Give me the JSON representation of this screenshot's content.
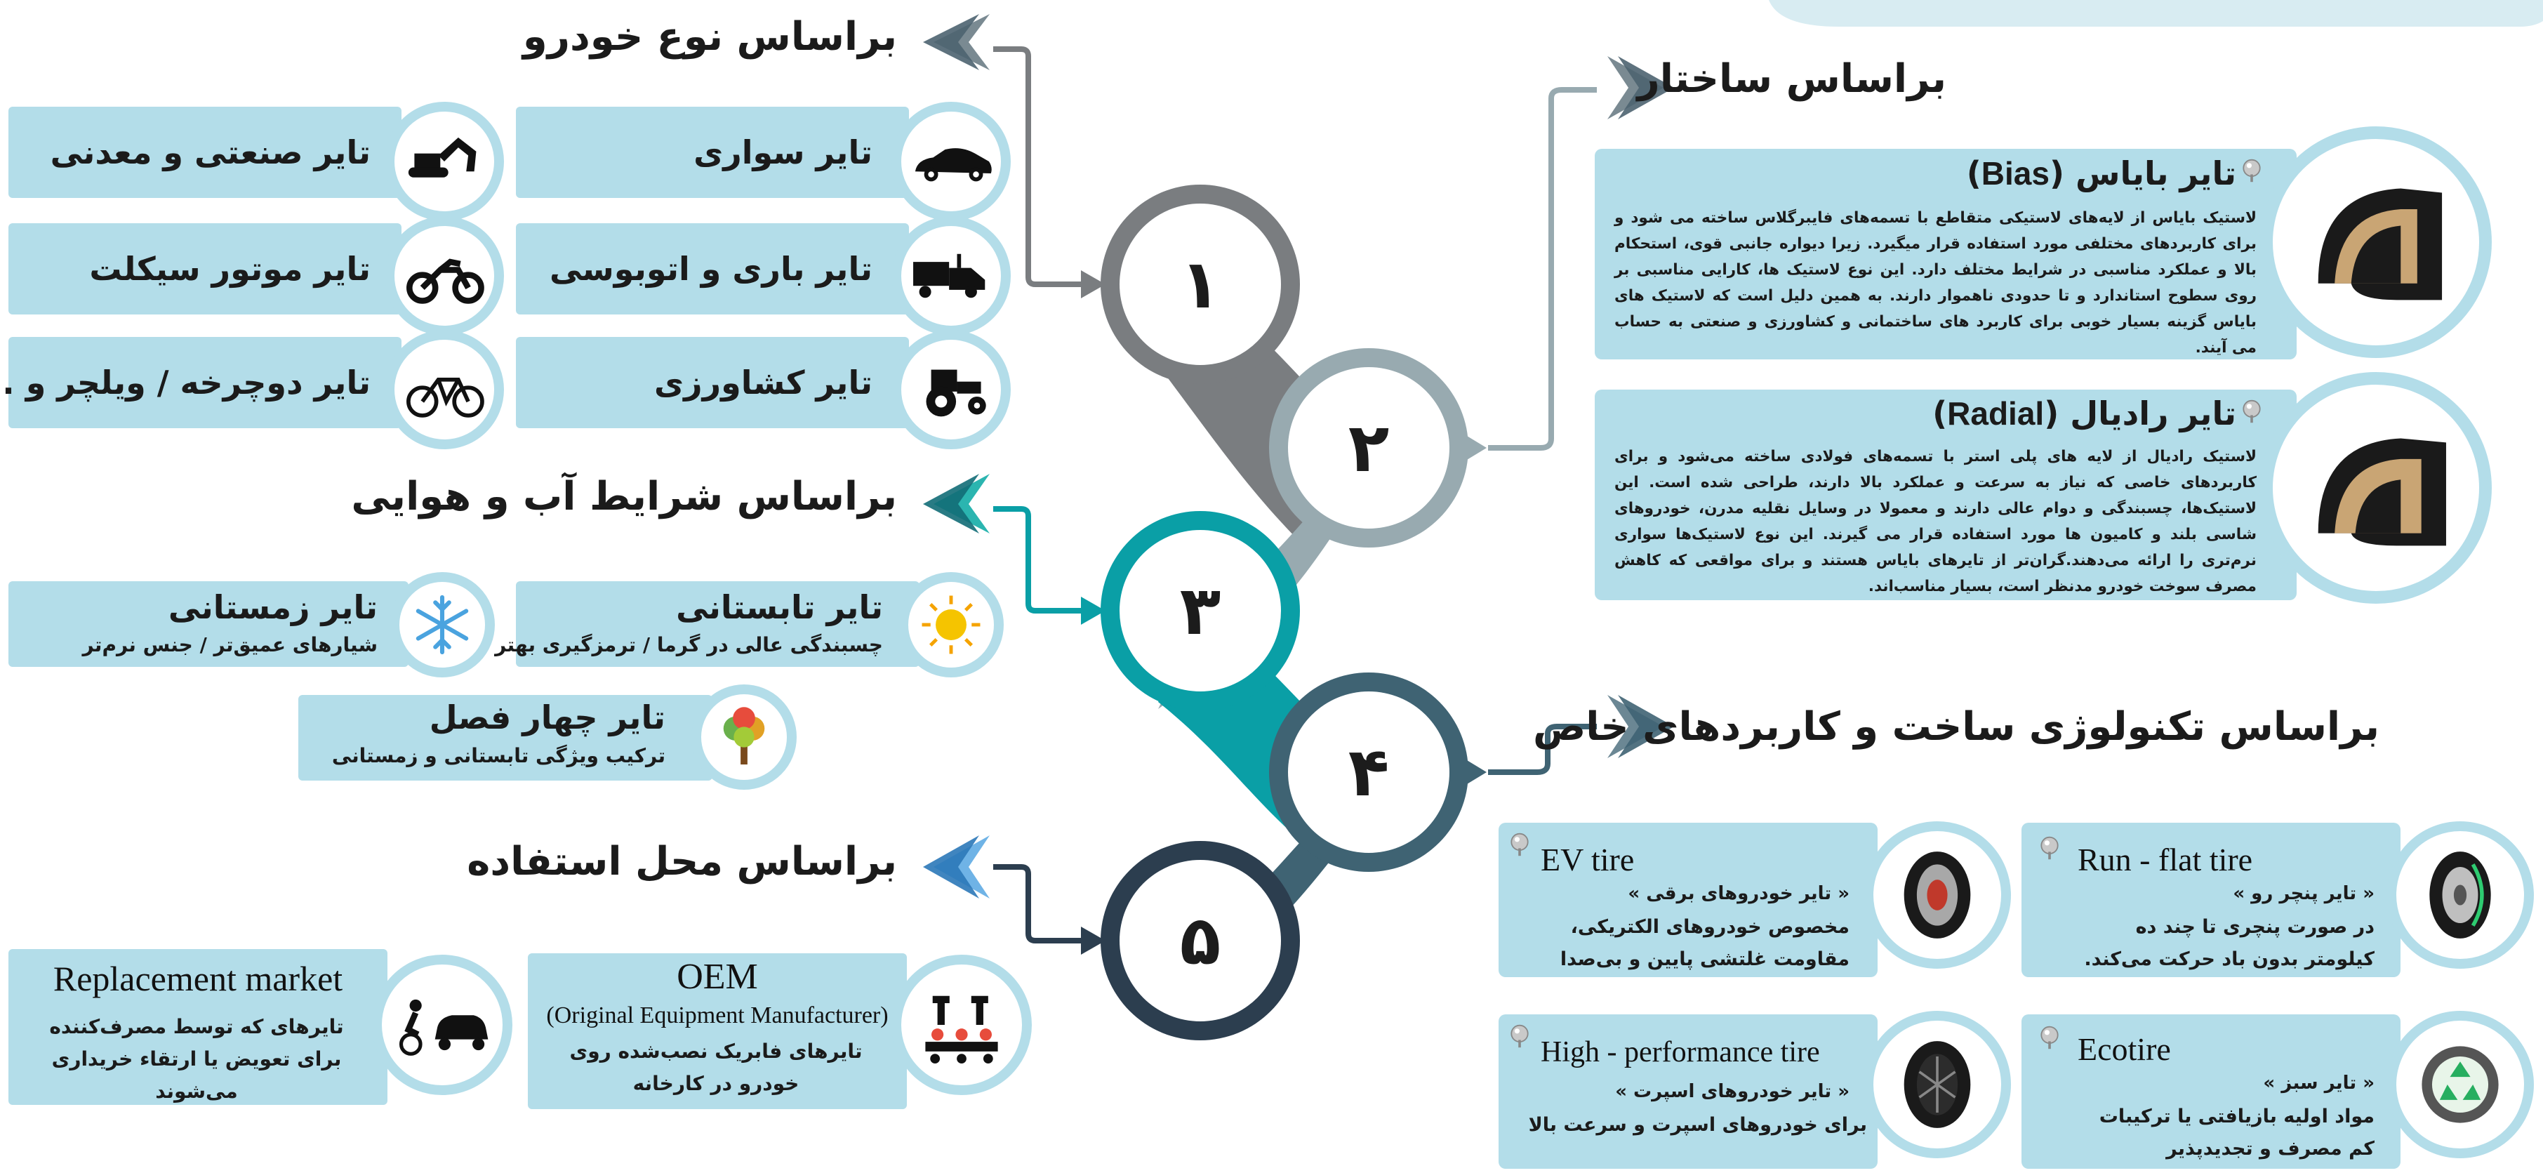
{
  "structure": {
    "header": "براساس ساختار",
    "bias": {
      "title_prefix": "تایر بایاس (",
      "title_latin": "Bias",
      "title_suffix": ")",
      "text": "لاستیک بایاس از لایه‌های لاستیکی متقاطع با تسمه‌های فایبرگلاس ساخته می شود و برای کاربردهای مختلفی مورد استفاده قرار میگیرد. زیرا دیواره جانبی قوی، استحکام بالا و عملکرد مناسبی در شرایط مختلف دارد. این نوع لاستیک ها، کارایی مناسبی بر روی سطوح استاندارد و تا حدودی ناهموار دارند. به همین دلیل است که لاستیک های بایاس گزینه بسیار خوبی برای کاربرد های ساختمانی و کشاورزی و صنعتی به حساب می آیند."
    },
    "radial": {
      "title_prefix": "تایر رادیال (",
      "title_latin": "Radial",
      "title_suffix": ")",
      "text": "لاستیک رادیال از لایه های پلی استر با تسمه‌های فولادی ساخته می‌شود و برای کاربردهای خاصی که نیاز به سرعت و عملکرد بالا دارند، طراحی شده است. این لاستیک‌ها، چسبندگی و دوام عالی دارند و معمولا در وسایل نقلیه مدرن، خودروهای شاسی بلند و کامیون ها مورد استفاده قرار می گیرند. این نوع لاستیک‌ها سواری نرم‌تری را ارائه می‌دهند.گران‌تر از تایرهای بایاس هستند و برای مواقعی که کاهش مصرف سوخت خودرو مدنظر است، بسیار مناسب‌اند."
    }
  },
  "vehicle": {
    "header": "براساس نوع خودرو",
    "items": [
      "تایر سواری",
      "تایر صنعتی و معدنی",
      "تایر باری و اتوبوسی",
      "تایر موتور سیکلت",
      "تایر کشاورزی",
      "تایر دوچرخه / ویلچر و ..."
    ]
  },
  "climate": {
    "header": "براساس شرایط آب و هوایی",
    "summer": {
      "title": "تایر تابستانی",
      "sub": "چسبندگی عالی در گرما / ترمزگیری بهتر"
    },
    "winter": {
      "title": "تایر زمستانی",
      "sub": "شیارهای عمیق‌تر / جنس نرم‌تر"
    },
    "allseason": {
      "title": "تایر چهار فصل",
      "sub": "ترکیب ویژگی تابستانی و زمستانی"
    }
  },
  "usage": {
    "header": "براساس محل استفاده",
    "oem": {
      "title": "OEM",
      "sub": "(Original Equipment Manufacturer)",
      "text": "تایرهای فابریک نصب‌شده روی خودرو در کارخانه"
    },
    "replacement": {
      "title": "Replacement market",
      "text": "تایرهای که توسط مصرف‌کننده برای تعویض یا ارتقاء خریداری می‌شوند"
    }
  },
  "tech": {
    "header": "براساس تکنولوژی ساخت و کاربردهای خاص",
    "runflat": {
      "title": "Run - flat tire",
      "sub": "« تایر پنچر رو »",
      "text": "در صورت پنچری تا چند ده کیلومتر بدون باد حرکت می‌کند."
    },
    "ev": {
      "title": "EV tire",
      "sub": "« تایر خودروهای برقی »",
      "text": "مخصوص خودروهای الکتریکی، مقاومت غلتشی پایین و بی‌صدا"
    },
    "eco": {
      "title": "Ecotire",
      "sub": "« تایر سبز »",
      "text": "مواد اولیه بازیافتی یا ترکیبات کم مصرف و تجدیدپذیر"
    },
    "highperf": {
      "title": "High - performance tire",
      "sub": "« تایر خودروهای اسپرت »",
      "text": "برای خودروهای اسپرت و سرعت بالا"
    }
  },
  "nodes": [
    "۱",
    "۲",
    "۳",
    "۴",
    "۵"
  ],
  "icons": [
    "car-icon",
    "excavator-icon",
    "truck-icon",
    "motorcycle-icon",
    "tractor-icon",
    "bicycle-icon",
    "sun-icon",
    "snowflake-icon",
    "tree-icon",
    "robot-arm-icon",
    "cyclist-car-icon",
    "tire-icon",
    "recycle-icon",
    "pin-icon"
  ],
  "colors": {
    "node1": "#7a7d80",
    "node2": "#98aab0",
    "node3": "#0a9fa6",
    "node4": "#3f6373",
    "node5": "#2c3e4f",
    "box": "#b3dde9",
    "arrow_header": "#4d6370"
  }
}
